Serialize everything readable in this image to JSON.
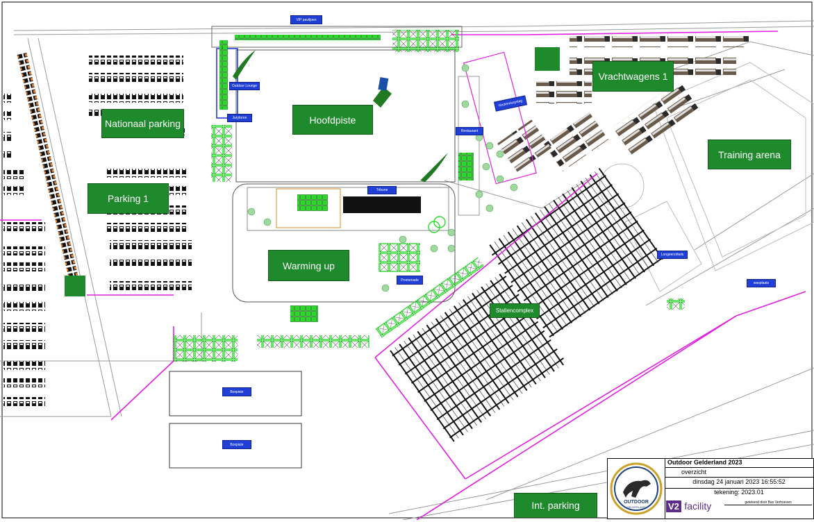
{
  "zones": {
    "nationaal_parking": "Nationaal parking",
    "parking_1": "Parking 1",
    "hoofdpiste": "Hoofdpiste",
    "warming_up": "Warming up",
    "vrachtwagens_1": "Vrachtwagens 1",
    "training_arena": "Training arena",
    "int_parking": "Int. parking"
  },
  "labels": {
    "vip_paviljoen": "VIP paviljoen",
    "outdoor_lounge": "Outdoor Lounge",
    "jurytoren": "Jurytoren",
    "restaurant": "Restaurant",
    "tribune": "Tribune",
    "stallencomplex": "Stallencomplex",
    "promenade": "Promenade",
    "longeerzirkels": "Longeerzirkels",
    "wasplaats": "wasplaats",
    "hindernisopslag": "hindernisopslag",
    "boxpiste_1": "Boxpiste",
    "boxpiste_2": "Boxpiste"
  },
  "title_block": {
    "event": "Outdoor Gelderland  2023",
    "subtitle": "overzicht",
    "date": "dinsdag 24 januari 2023 16:55:52",
    "drawing": "tekening: 2023.01",
    "drawn_by": "getekend door Bas Verhoeven",
    "logo_text": "OUTDOOR",
    "logo_sub": "GELDERLAND",
    "company_prefix": "V2",
    "company": "facility"
  },
  "colors": {
    "zone_fill": "#1f8a2c",
    "tag_fill": "#1f3fd6",
    "fence": "#e020e0",
    "tent": "#2bd92b",
    "road": "#9a9a9a"
  }
}
